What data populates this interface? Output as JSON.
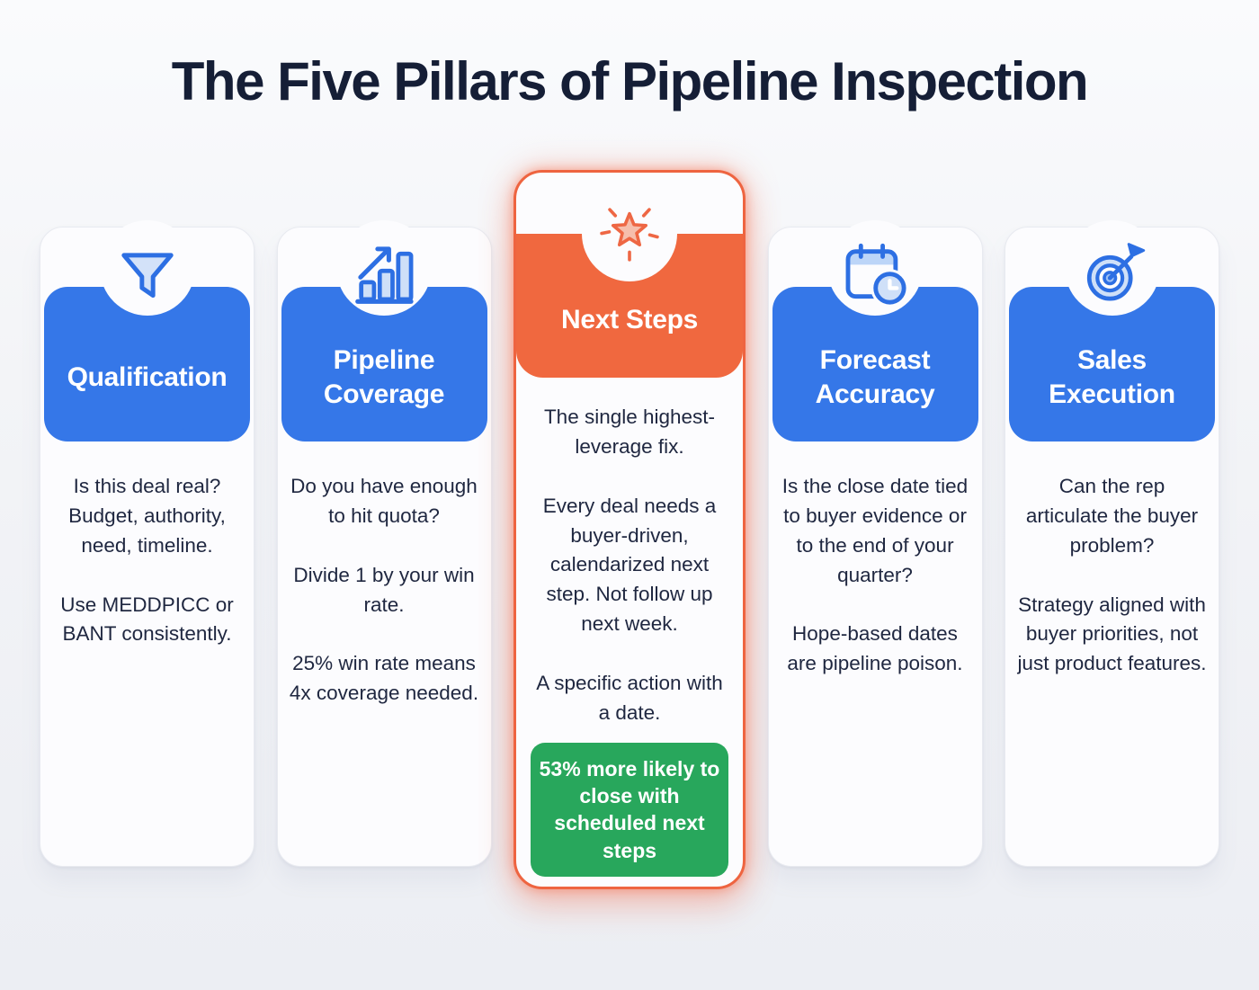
{
  "title": "The Five Pillars of Pipeline Inspection",
  "colors": {
    "background": "#eceef3",
    "card_background": "#fcfcfe",
    "pillar_blue": "#3577e8",
    "highlight_orange": "#f0683f",
    "badge_green": "#28a75c",
    "title_navy": "#151e36",
    "body_text": "#1f2740",
    "icon_stroke_blue": "#2d6fe3",
    "icon_fill_light_blue": "#cfe0f8",
    "star_stroke": "#ee6744",
    "star_fill": "#f6beac"
  },
  "pillars": [
    {
      "title": "Qualification",
      "icon": "funnel-icon",
      "accent": "blue",
      "paragraphs": [
        "Is this deal real? Budget, authority, need, timeline.",
        "Use MEDDPICC or BANT consistently."
      ]
    },
    {
      "title": "Pipeline Coverage",
      "icon": "bar-chart-growth-icon",
      "accent": "blue",
      "paragraphs": [
        "Do you have enough to hit quota?",
        "Divide 1 by your win rate.",
        "25% win rate means 4x coverage needed."
      ]
    },
    {
      "title": "Next Steps",
      "icon": "sparkle-star-icon",
      "accent": "orange",
      "highlighted": true,
      "paragraphs": [
        "The single highest-leverage fix.",
        "Every deal needs a buyer-driven, calendarized next step. Not follow up next week.",
        "A specific action with a date."
      ],
      "badge": "53% more likely to close with scheduled next steps"
    },
    {
      "title": "Forecast Accuracy",
      "icon": "calendar-clock-icon",
      "accent": "blue",
      "paragraphs": [
        "Is the close date tied to buyer evidence or to the end of your quarter?",
        "Hope-based dates are pipeline poison."
      ]
    },
    {
      "title": "Sales Execution",
      "icon": "target-dart-icon",
      "accent": "blue",
      "paragraphs": [
        "Can the rep articulate the buyer problem?",
        "Strategy aligned with buyer priorities, not just product features."
      ]
    }
  ]
}
